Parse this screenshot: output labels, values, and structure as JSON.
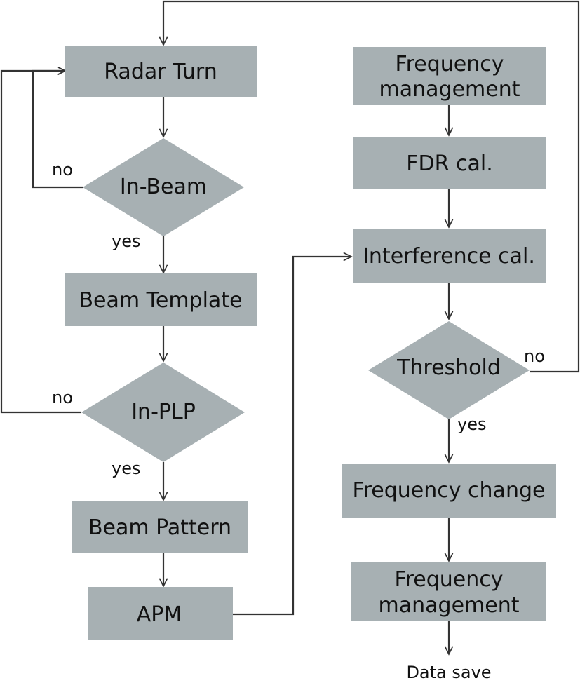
{
  "nodes": {
    "radar_turn": "Radar Turn",
    "in_beam": "In-Beam",
    "beam_template": "Beam Template",
    "in_plp": "In-PLP",
    "beam_pattern": "Beam Pattern",
    "apm": "APM",
    "freq_mgmt_1": [
      "Frequency",
      "management"
    ],
    "fdr_cal": "FDR cal.",
    "interference_cal": "Interference cal.",
    "threshold": "Threshold",
    "frequency_change": "Frequency change",
    "freq_mgmt_2": [
      "Frequency",
      "management"
    ],
    "data_save": "Data save"
  },
  "edge_labels": {
    "in_beam_no": "no",
    "in_beam_yes": "yes",
    "in_plp_no": "no",
    "in_plp_yes": "yes",
    "threshold_no": "no",
    "threshold_yes": "yes"
  },
  "colors": {
    "node_fill": "#a7b0b3",
    "edge": "#333333",
    "text": "#111111"
  }
}
